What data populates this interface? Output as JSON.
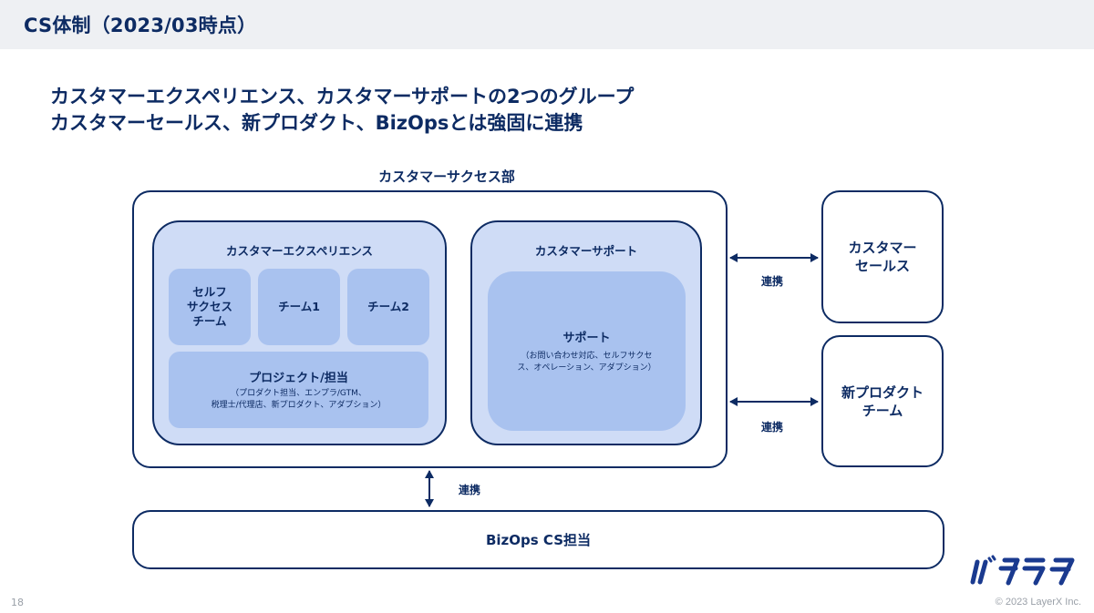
{
  "header": {
    "title": "CS体制（2023/03時点）"
  },
  "lead": {
    "line1": "カスタマーエクスペリエンス、カスタマーサポートの2つのグループ",
    "line2": "カスタマーセールス、新プロダクト、BizOpsとは強固に連携"
  },
  "department": {
    "title": "カスタマーサクセス部",
    "cx_group": {
      "title": "カスタマーエクスペリエンス",
      "teams": [
        {
          "lines": [
            "セルフ",
            "サクセス",
            "チーム"
          ]
        },
        {
          "label": "チーム1"
        },
        {
          "label": "チーム2"
        }
      ],
      "project": {
        "label": "プロジェクト/担当",
        "sub_line1": "（プロダクト担当、エンプラ/GTM、",
        "sub_line2": "税理士/代理店、新プロダクト、アダプション）"
      }
    },
    "support_group": {
      "title": "カスタマーサポート",
      "support": {
        "label": "サポート",
        "sub_line1": "（お問い合わせ対応、セルフサクセ",
        "sub_line2": "ス、オペレーション、アダプション）"
      }
    }
  },
  "partners": {
    "sales": {
      "line1": "カスタマー",
      "line2": "セールス"
    },
    "newprod": {
      "line1": "新プロダクト",
      "line2": "チーム"
    },
    "bizops": "BizOps CS担当"
  },
  "links": {
    "label": "連携"
  },
  "logo": {
    "text": "バクラク"
  },
  "footer": {
    "page": "18",
    "copyright": "© 2023 LayerX Inc."
  },
  "colors": {
    "navy": "#0d2b63",
    "light_blue": "#cfdcf6",
    "mid_blue": "#a9c2ef",
    "header_bg": "#eef0f3"
  }
}
